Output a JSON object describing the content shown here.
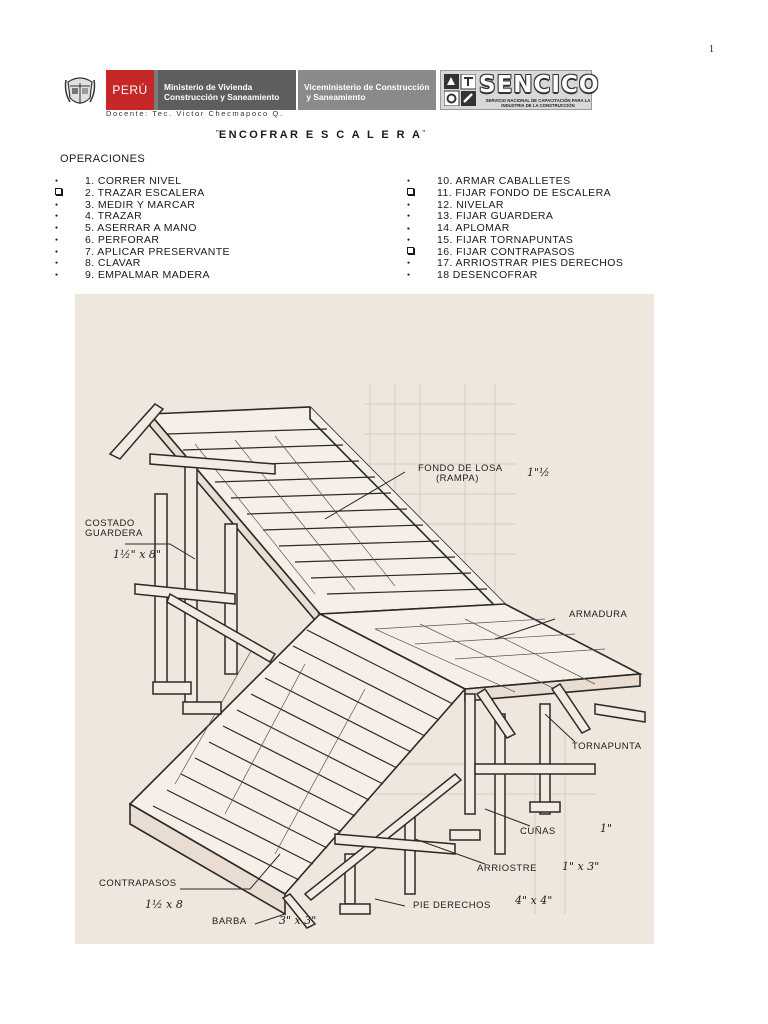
{
  "page_number": "1",
  "header": {
    "country": "PERÚ",
    "ministry": [
      "Ministerio de Vivienda",
      "Construcción y Saneamiento"
    ],
    "viceministry": [
      "Viceministerio de Construcción",
      " y Saneamiento"
    ],
    "logo_word": "SENCICO",
    "logo_sub": "SERVICIO NACIONAL DE CAPACITACIÓN PARA LA INDUSTRIA DE LA CONSTRUCCIÓN"
  },
  "docente": "Docente: Tec. Victor Checmapoco Q.",
  "title": "ENCOFRAR  E S C A L E R A",
  "operations_heading": "OPERACIONES",
  "operations_left": [
    {
      "bullet": "dot",
      "text": "1. CORRER NIVEL"
    },
    {
      "bullet": "box",
      "text": "2. TRAZAR ESCALERA"
    },
    {
      "bullet": "dot",
      "text": "3. MEDIR Y MARCAR"
    },
    {
      "bullet": "dot",
      "text": "4. TRAZAR"
    },
    {
      "bullet": "dot",
      "text": "5. ASERRAR A MANO"
    },
    {
      "bullet": "dot",
      "text": "6. PERFORAR"
    },
    {
      "bullet": "dot",
      "text": "7. APLICAR PRESERVANTE"
    },
    {
      "bullet": "dot",
      "text": "8. CLAVAR"
    },
    {
      "bullet": "dot",
      "text": "9. EMPALMAR MADERA"
    }
  ],
  "operations_right": [
    {
      "bullet": "dot",
      "text": "10. ARMAR CABALLETES"
    },
    {
      "bullet": "box",
      "text": "11. FIJAR FONDO DE ESCALERA"
    },
    {
      "bullet": "dot",
      "text": "12. NIVELAR"
    },
    {
      "bullet": "dot",
      "text": "13. FIJAR GUARDERA"
    },
    {
      "bullet": "small",
      "text": "14. APLOMAR"
    },
    {
      "bullet": "dot",
      "text": "15. FIJAR TORNAPUNTAS"
    },
    {
      "bullet": "box",
      "text": "16. FIJAR CONTRAPASOS"
    },
    {
      "bullet": "dot",
      "text": "17. ARRIOSTRAR PIES DERECHOS"
    },
    {
      "bullet": "dot",
      "text": "18 DESENCOFRAR"
    }
  ],
  "drawing": {
    "labels": {
      "fondo_losa_1": "FONDO DE LOSA",
      "fondo_losa_2": "(RAMPA)",
      "costado_1": "COSTADO",
      "costado_2": "GUARDERA",
      "armadura": "ARMADURA",
      "tornapunta": "TORNAPUNTA",
      "cunas": "CUÑAS",
      "arriostre": "ARRIOSTRE",
      "contrapasos": "CONTRAPASOS",
      "barba": "BARBA",
      "pie_derechos": "PIE DERECHOS"
    },
    "handwritten": {
      "fondo": "1\"½",
      "costado": "1½\" x 8\"",
      "cunas": "1\"",
      "arriostre": "1\" x 3\"",
      "contrapasos": "1½ x 8",
      "barba": "3\" x 3\"",
      "pie_derechos": "4\" x 4\""
    }
  }
}
